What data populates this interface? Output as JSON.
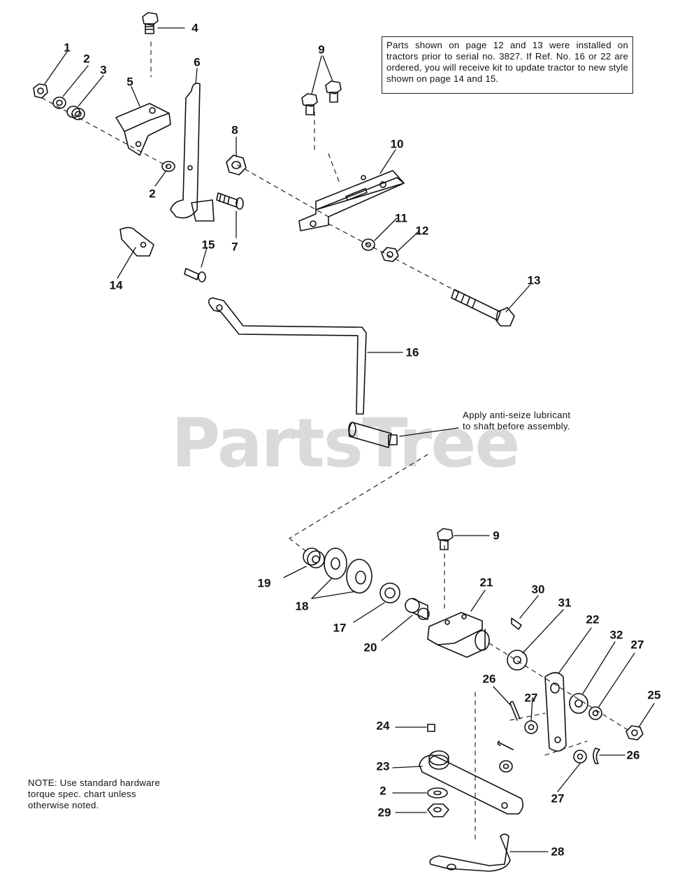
{
  "watermark": "PartsTree",
  "notes": {
    "top_box": "Parts shown on page 12 and 13 were installed on tractors prior to serial no. 3827. If Ref. No. 16 or 22 are ordered, you will receive kit to update tractor to new style shown on page 14 and 15.",
    "lubricant": "Apply anti-seize lubricant\nto shaft before assembly.",
    "bottom": "NOTE: Use standard hardware\ntorque spec. chart unless\notherwise noted."
  },
  "callouts": {
    "c1": "1",
    "c2a": "2",
    "c2b": "2",
    "c2c": "2",
    "c3": "3",
    "c4": "4",
    "c5": "5",
    "c6": "6",
    "c7": "7",
    "c8": "8",
    "c9a": "9",
    "c9b": "9",
    "c10": "10",
    "c11": "11",
    "c12": "12",
    "c13": "13",
    "c14": "14",
    "c15": "15",
    "c16": "16",
    "c17": "17",
    "c18": "18",
    "c19": "19",
    "c20": "20",
    "c21": "21",
    "c22": "22",
    "c23": "23",
    "c24": "24",
    "c25": "25",
    "c26a": "26",
    "c26b": "26",
    "c27a": "27",
    "c27b": "27",
    "c27c": "27",
    "c28": "28",
    "c29": "29",
    "c30": "30",
    "c31": "31",
    "c32": "32"
  }
}
